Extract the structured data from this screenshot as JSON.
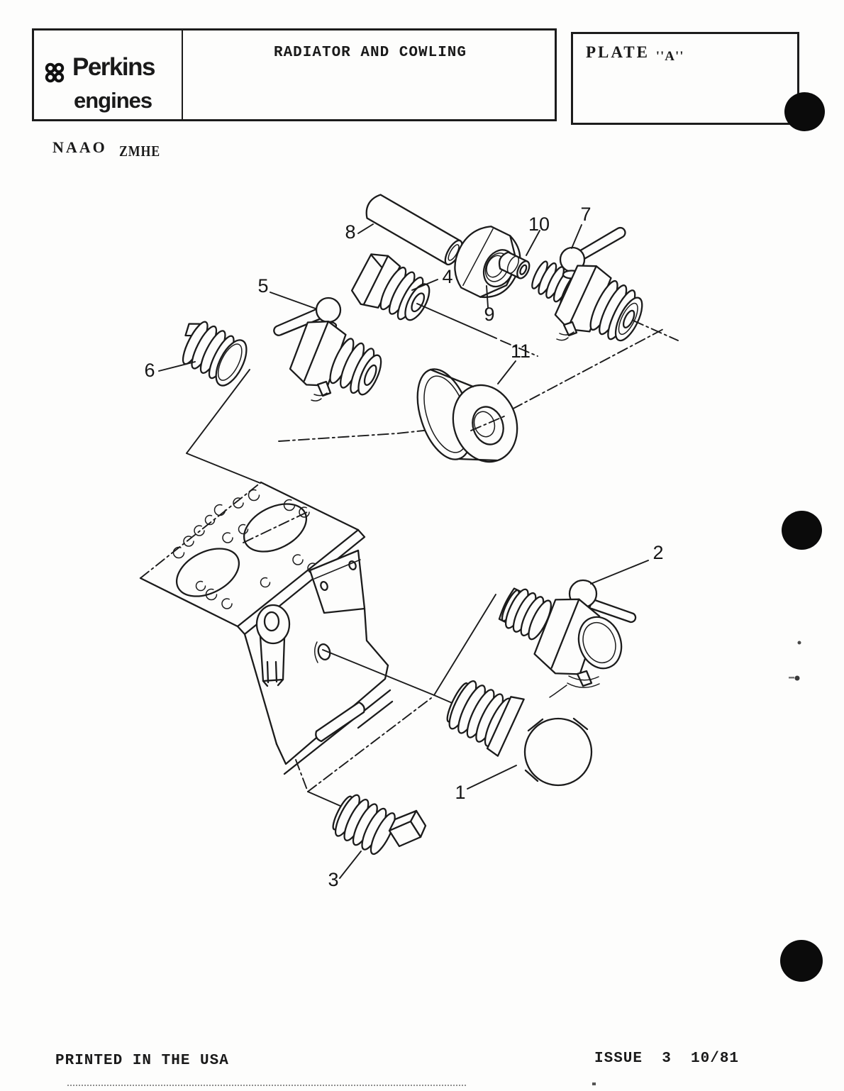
{
  "header": {
    "brand_line1": "Perkins",
    "brand_line2": "engines",
    "title": "RADIATOR AND COWLING",
    "plate_word": "PLATE",
    "plate_letter": "''A''"
  },
  "codes": {
    "code1": "NAAO",
    "code2": "ZMHE"
  },
  "callouts": {
    "c1": "1",
    "c2": "2",
    "c3": "3",
    "c4": "4",
    "c5": "5",
    "c6": "6",
    "c7": "7",
    "c8": "8",
    "c9": "9",
    "c10": "10",
    "c11": "11"
  },
  "footer": {
    "left": "PRINTED IN THE USA",
    "right": "ISSUE  3  10/81"
  }
}
